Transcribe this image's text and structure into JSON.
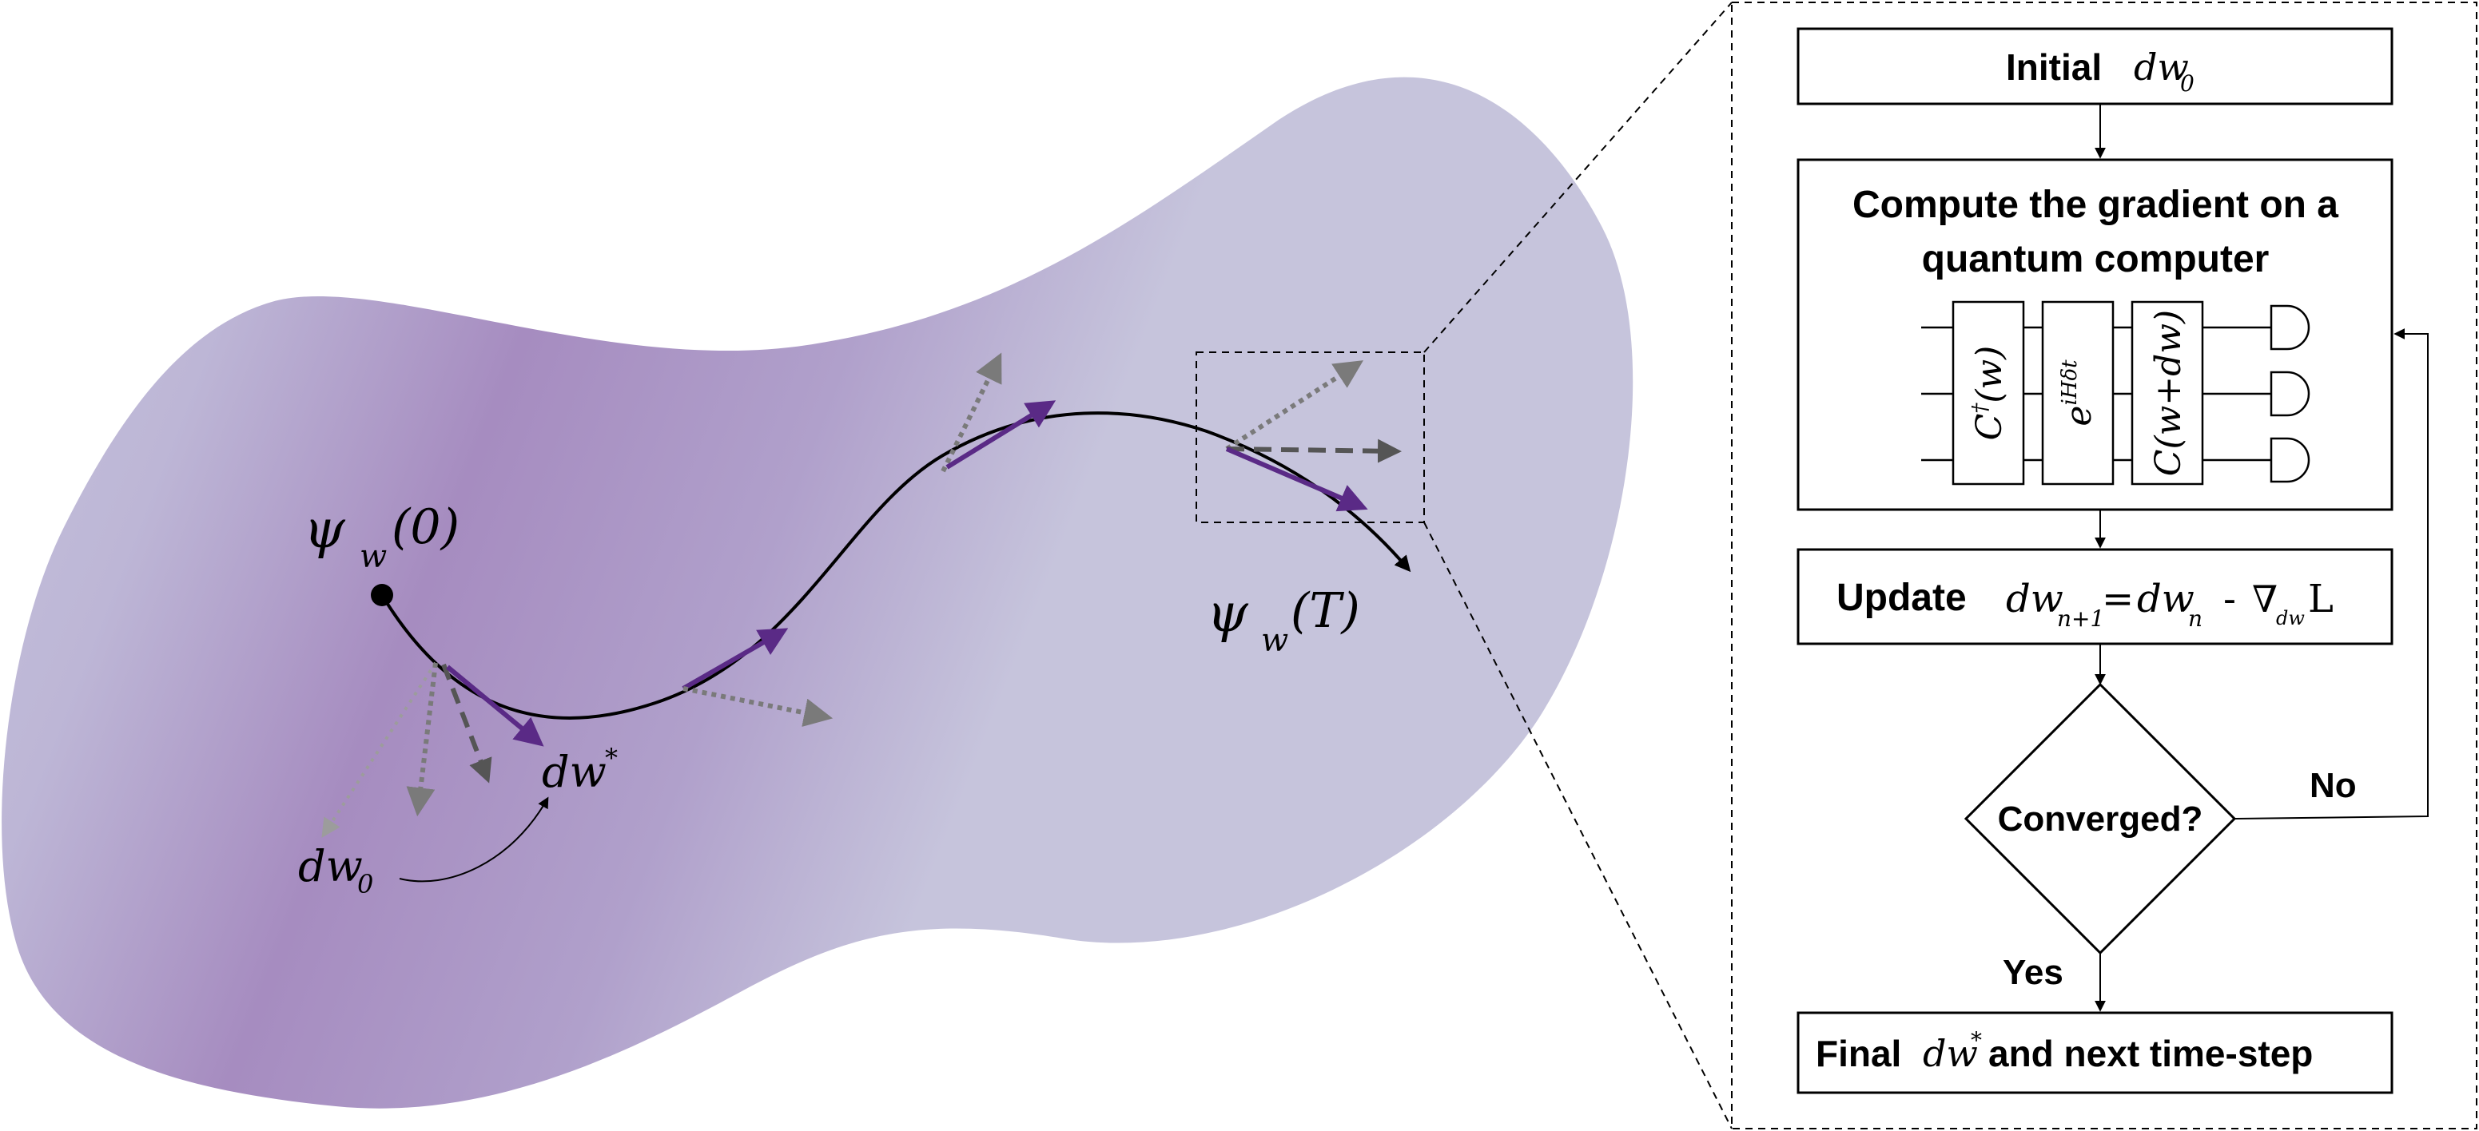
{
  "colors": {
    "manifold_light": "#c6c4dc",
    "manifold_dark": "#a68cc0",
    "purple_arrow": "#5a2a86",
    "gray_arrow": "#7a7a7a",
    "dark_gray_arrow": "#555555",
    "light_gray_arrow": "#9c9c9c",
    "line": "#000000"
  },
  "manifold": {
    "start_label": {
      "psi": "ψ",
      "sub": "w",
      "arg": "(0)"
    },
    "end_label": {
      "psi": "ψ",
      "sub": "w",
      "arg": "(T)"
    },
    "dw_star_label": {
      "base": "dw",
      "sup": "*"
    },
    "dw0_label": {
      "base": "dw",
      "sub": "0"
    }
  },
  "flowchart": {
    "initial": {
      "text": "Initial ",
      "math_base": "dw",
      "math_sub": "0"
    },
    "compute": {
      "line1": "Compute the gradient on a",
      "line2": "quantum computer",
      "gates": [
        {
          "name": "gate-c-dagger",
          "base": "C",
          "sup": "†",
          "arg": "(w)"
        },
        {
          "name": "gate-evolution",
          "base": "e",
          "sup": "iHδt",
          "arg": ""
        },
        {
          "name": "gate-c-shift",
          "base": "C",
          "sup": "",
          "arg": "(w+dw)"
        }
      ]
    },
    "update": {
      "text": "Update",
      "lhs_base": "dw",
      "lhs_sub": "n+1",
      "eq": "=",
      "rhs_base": "dw",
      "rhs_sub": "n",
      "minus": "-",
      "grad": "∇",
      "grad_sub": "dw",
      "loss": "L"
    },
    "decision": {
      "text": "Converged?",
      "no_label": "No",
      "yes_label": "Yes"
    },
    "final": {
      "text_before": "Final ",
      "math_base": "dw",
      "math_sup": "*",
      "text_after": "and next time-step"
    }
  }
}
